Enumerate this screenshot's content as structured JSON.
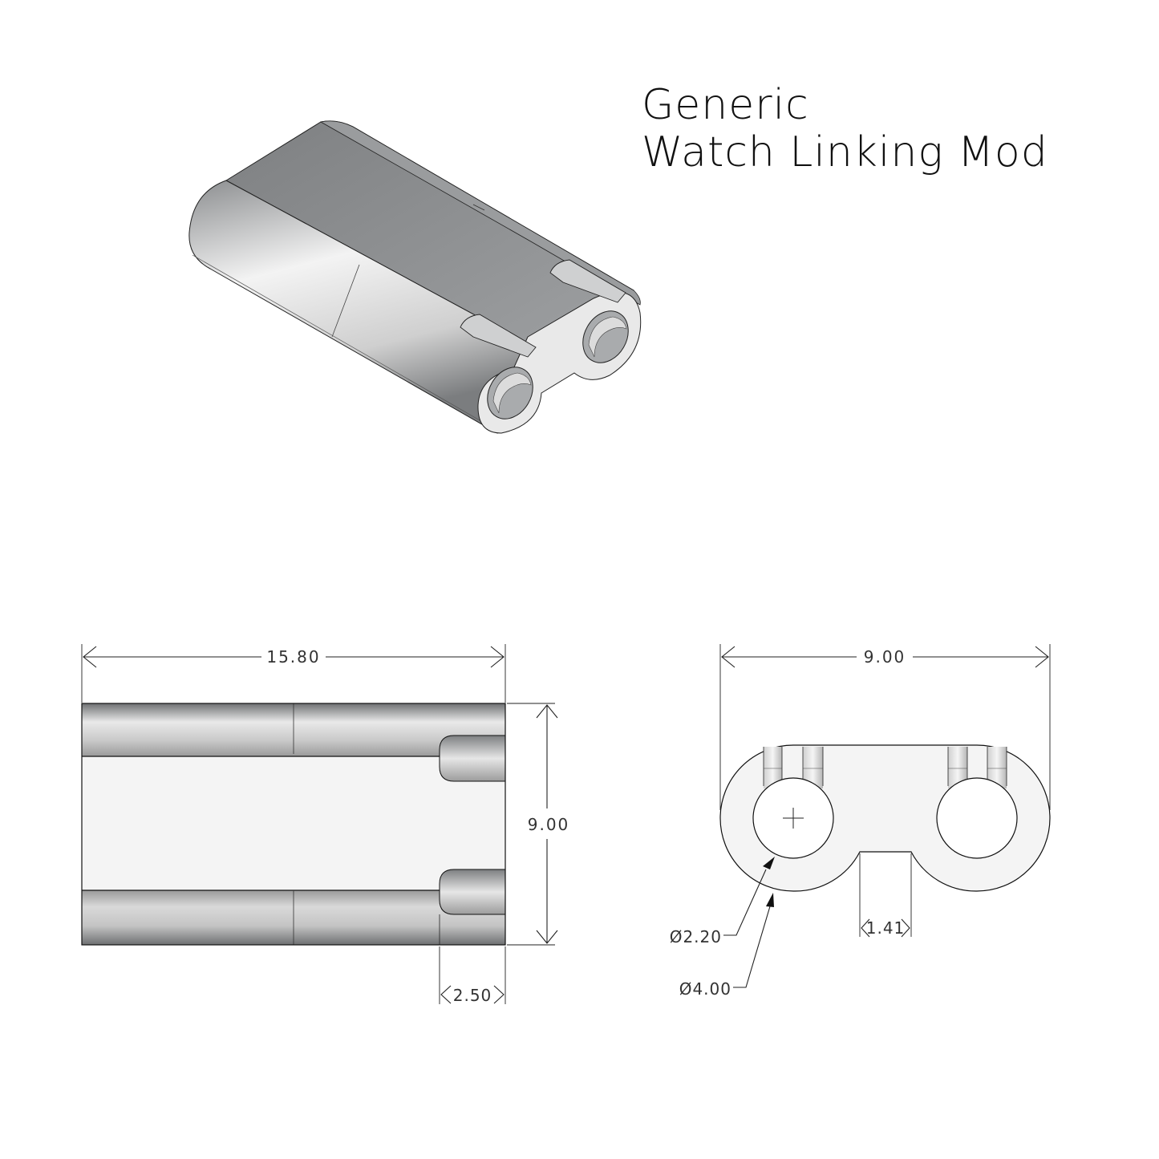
{
  "title": {
    "line1": "Generic",
    "line2": "Watch  Linking  Mod"
  },
  "dimensions": {
    "length": "15.80",
    "height": "9.00",
    "width": "9.00",
    "slot_depth": "2.50",
    "hole_diameter": "Ø2.20",
    "lobe_diameter": "Ø4.00",
    "gap_width": "1.41"
  },
  "colors": {
    "line": "#111111",
    "face_light": "#f4f4f4",
    "metal_dark": "#8f9193",
    "metal_light": "#f2f2f2"
  }
}
